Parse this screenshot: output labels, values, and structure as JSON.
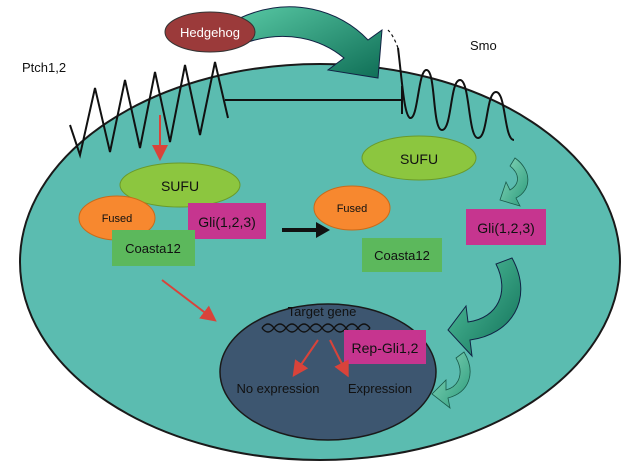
{
  "diagram": {
    "labels": {
      "hedgehog": "Hedgehog",
      "ptch": "Ptch1,2",
      "smo": "Smo",
      "sufu_left": "SUFU",
      "sufu_right": "SUFU",
      "fused_left": "Fused",
      "fused_right": "Fused",
      "gli_left": "Gli(1,2,3)",
      "gli_right": "Gli(1,2,3)",
      "coasta_left": "Coasta12",
      "coasta_right": "Coasta12",
      "target_gene": "Target gene",
      "rep_gli": "Rep-Gli1,2",
      "no_expression": "No expression",
      "expression": "Expression"
    },
    "colors": {
      "cell_fill": "#5bbcb0",
      "nucleus_fill": "#3d5670",
      "hedgehog_fill": "#9b3a3a",
      "sufu_fill": "#8cc63f",
      "fused_fill": "#f7882f",
      "gli_fill": "#c6358f",
      "coasta_fill": "#5cb85c",
      "arrow_green": "#2a9a7a",
      "arrow_red": "#d9433a"
    }
  }
}
